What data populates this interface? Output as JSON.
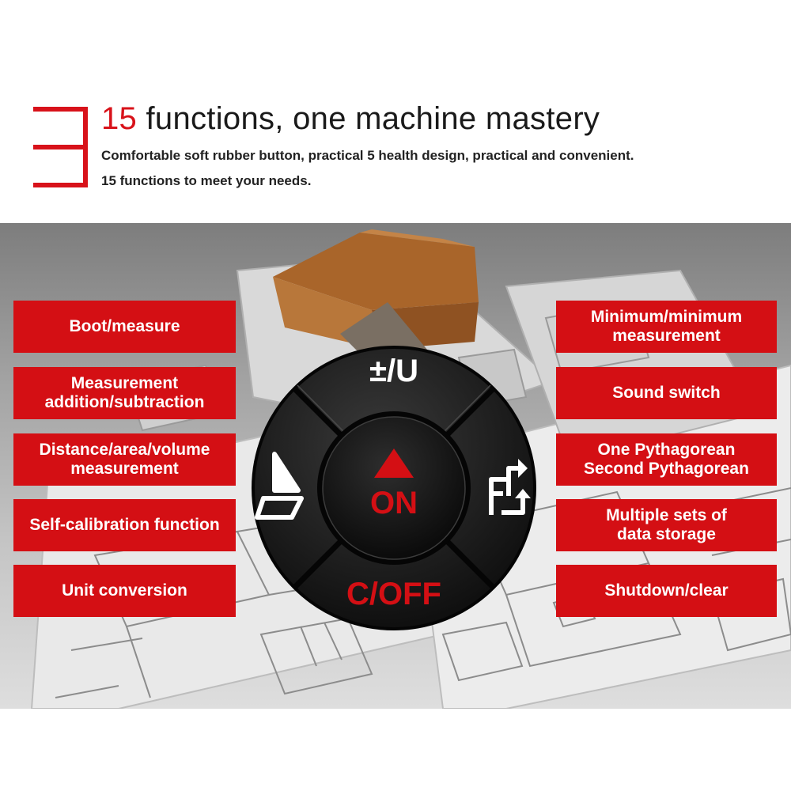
{
  "header": {
    "title_number": "15",
    "title_rest": " functions, one machine mastery",
    "subtitle_line1": "Comfortable soft rubber button, practical 5 health design, practical and convenient.",
    "subtitle_line2": "15 functions to meet your needs.",
    "logo_icon": "number-3-outline-icon"
  },
  "left_labels": [
    {
      "lines": [
        "Boot/measure"
      ]
    },
    {
      "lines": [
        "Measurement",
        "addition/subtraction"
      ]
    },
    {
      "lines": [
        "Distance/area/volume",
        "measurement"
      ]
    },
    {
      "lines": [
        "Self-calibration function"
      ]
    },
    {
      "lines": [
        "Unit conversion"
      ]
    }
  ],
  "right_labels": [
    {
      "lines": [
        "Minimum/minimum",
        "measurement"
      ]
    },
    {
      "lines": [
        "Sound switch"
      ]
    },
    {
      "lines": [
        "One Pythagorean",
        "Second Pythagorean"
      ]
    },
    {
      "lines": [
        "Multiple sets of",
        "data storage"
      ]
    },
    {
      "lines": [
        "Shutdown/clear"
      ]
    }
  ],
  "button": {
    "top_label": "±/U",
    "center_label": "ON",
    "bottom_label": "C/OFF",
    "left_icon": "area-triangle-icon",
    "right_icon": "pythagorean-arrow-icon",
    "center_icon": "up-triangle-icon"
  },
  "colors": {
    "accent_red": "#d40f14",
    "title_red": "#d8121a",
    "button_black": "#1b1b1b"
  }
}
